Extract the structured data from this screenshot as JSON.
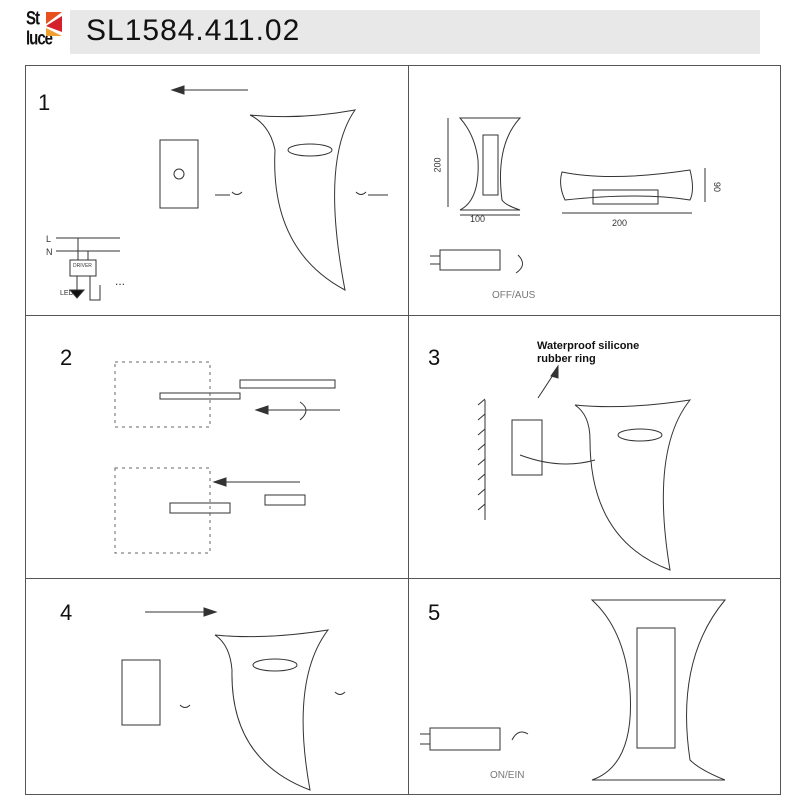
{
  "header": {
    "title": "SL1584.411.02",
    "logo": "St luce"
  },
  "steps": {
    "s1": "1",
    "s2": "2",
    "s3": "3",
    "s4": "4",
    "s5": "5"
  },
  "wiring": {
    "l": "L",
    "n": "N",
    "driver": "DRIVER",
    "led": "LED",
    "more": "..."
  },
  "dimensions": {
    "height": "200",
    "width": "100",
    "length": "200",
    "depth": "90"
  },
  "switch": {
    "off": "OFF/AUS",
    "on": "ON/EIN"
  },
  "note": {
    "line1": "Waterproof silicone",
    "line2": "rubber ring"
  },
  "colors": {
    "logo_orange": "#e8501e",
    "logo_red": "#d4202a",
    "header_bg": "#e8e8e8"
  }
}
